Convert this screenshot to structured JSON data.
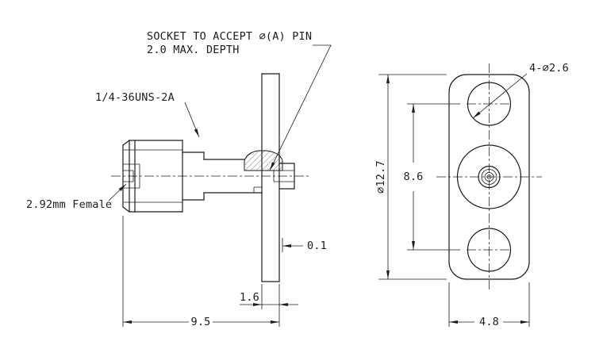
{
  "drawing": {
    "background_color": "#ffffff",
    "line_color": "#1c1c1c",
    "annotations": {
      "socket_note_line1": "SOCKET TO ACCEPT ∅(A) PIN",
      "socket_note_line2": "2.0 MAX. DEPTH",
      "thread_spec": "1/4-36UNS-2A",
      "connector_type": "2.92mm Female",
      "mounting_holes": "4-∅2.6"
    },
    "dimensions": {
      "flange_back_offset": "0.1",
      "flange_thickness": "1.6",
      "overall_length": "9.5",
      "flange_height_dia": "∅12.7",
      "hole_spacing": "8.6",
      "flange_width": "4.8"
    }
  }
}
